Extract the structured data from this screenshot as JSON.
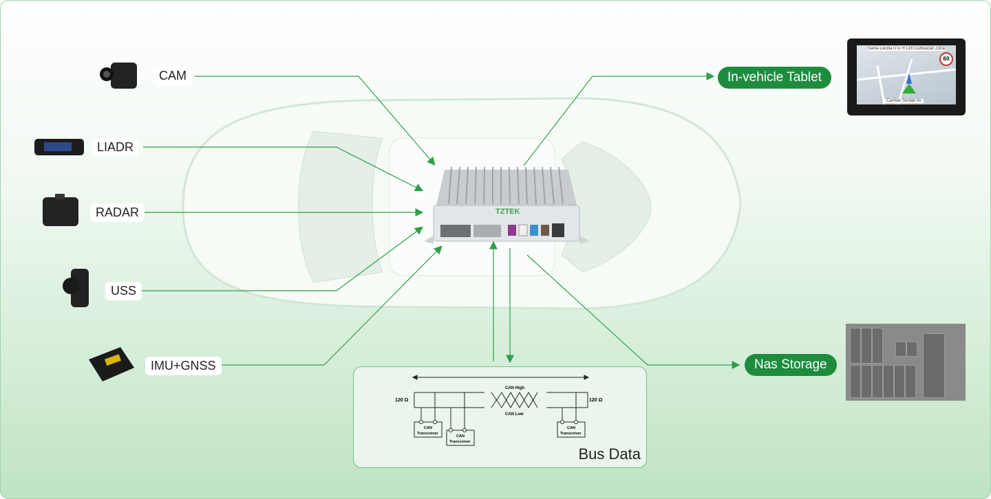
{
  "sensors": [
    {
      "label": "CAM",
      "icon": "camera-icon"
    },
    {
      "label": "LIADR",
      "icon": "lidar-icon"
    },
    {
      "label": "RADAR",
      "icon": "radar-icon"
    },
    {
      "label": "USS",
      "icon": "ultrasonic-sensor-icon"
    },
    {
      "label": "IMU+GNSS",
      "icon": "imu-gnss-icon"
    }
  ],
  "device": {
    "brand": "TZTEK"
  },
  "outputs": {
    "tablet": {
      "label": "In-vehicle Tablet",
      "address": "Santa Cecilia U G H Clm Culhuacan Zona Viii",
      "street": "Carmen Serdan Av",
      "speed_limit": "60"
    },
    "storage": {
      "label": "Nas Storage"
    }
  },
  "bus": {
    "title": "Bus Data",
    "can_high": "CAN High",
    "can_low": "CAN Low",
    "resistor_left": "120 Ω",
    "resistor_right": "120 Ω",
    "transceiver_line1": "CAN",
    "transceiver_line2": "Transceiver"
  },
  "colors": {
    "accent": "#1e8c3e",
    "arrow": "#2e9e4a"
  }
}
